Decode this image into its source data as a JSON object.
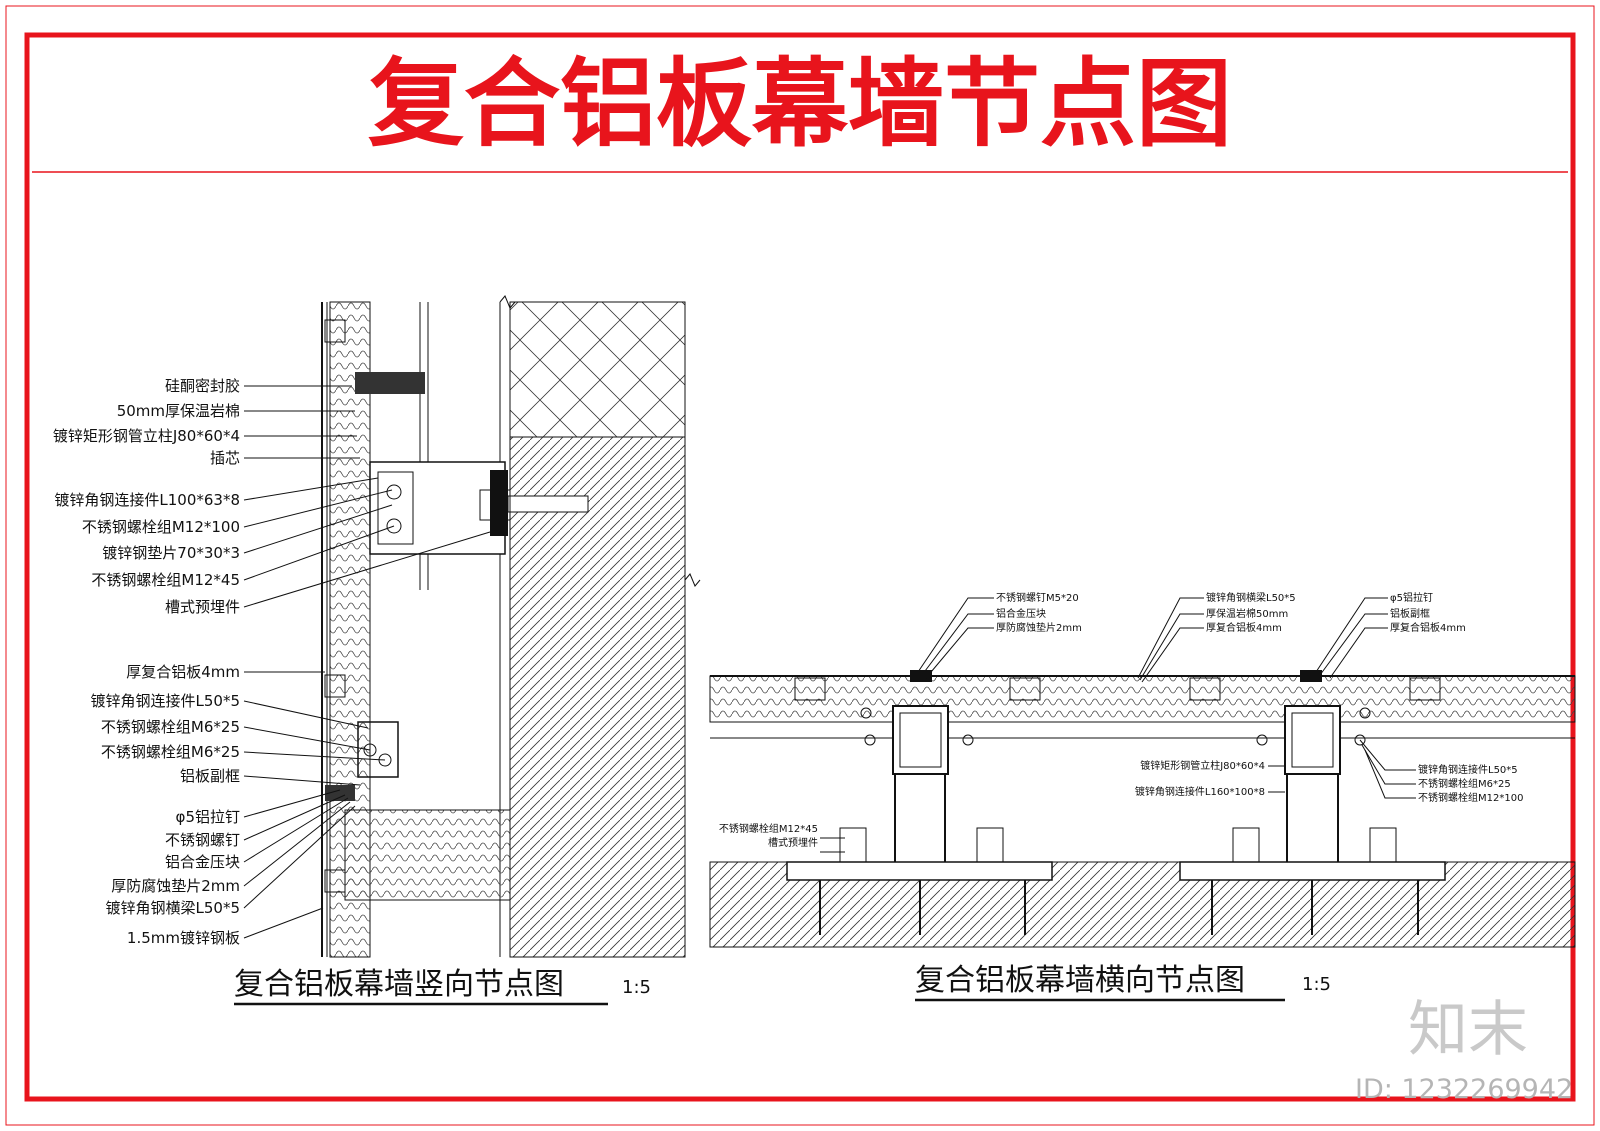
{
  "title": "复合铝板幕墙节点图",
  "vertical": {
    "subtitle": "复合铝板幕墙竖向节点图",
    "scale": "1:5",
    "labels": [
      "硅酮密封胶",
      "50mm厚保温岩棉",
      "镀锌矩形钢管立柱J80*60*4",
      "插芯",
      "镀锌角钢连接件L100*63*8",
      "不锈钢螺栓组M12*100",
      "镀锌钢垫片70*30*3",
      "不锈钢螺栓组M12*45",
      "槽式预埋件",
      "厚复合铝板4mm",
      "镀锌角钢连接件L50*5",
      "不锈钢螺栓组M6*25",
      "不锈钢螺栓组M6*25",
      "铝板副框",
      "φ5铝拉钉",
      "不锈钢螺钉",
      "铝合金压块",
      "厚防腐蚀垫片2mm",
      "镀锌角钢横梁L50*5",
      "1.5mm镀锌钢板"
    ]
  },
  "horizontal": {
    "subtitle": "复合铝板幕墙横向节点图",
    "scale": "1:5",
    "top_labels": [
      "不锈钢螺钉M5*20",
      "铝合金压块",
      "厚防腐蚀垫片2mm",
      "镀锌角钢横梁L50*5",
      "厚保温岩棉50mm",
      "厚复合铝板4mm",
      "φ5铝拉钉",
      "铝板副框",
      "厚复合铝板4mm"
    ],
    "right_labels": [
      "镀锌角钢连接件L50*5",
      "不锈钢螺栓组M6*25",
      "不锈钢螺栓组M12*100"
    ],
    "mid_labels": [
      "镀锌矩形钢管立柱J80*60*4",
      "镀锌角钢连接件L160*100*8"
    ],
    "left_labels": [
      "不锈钢螺栓组M12*45",
      "槽式预埋件"
    ]
  },
  "watermark": {
    "brand": "知末",
    "id_text": "ID: 1232269942"
  },
  "colors": {
    "frame": "#e8141c",
    "title": "#e8141c",
    "line": "#111111",
    "watermark": "#c9c9c9"
  }
}
